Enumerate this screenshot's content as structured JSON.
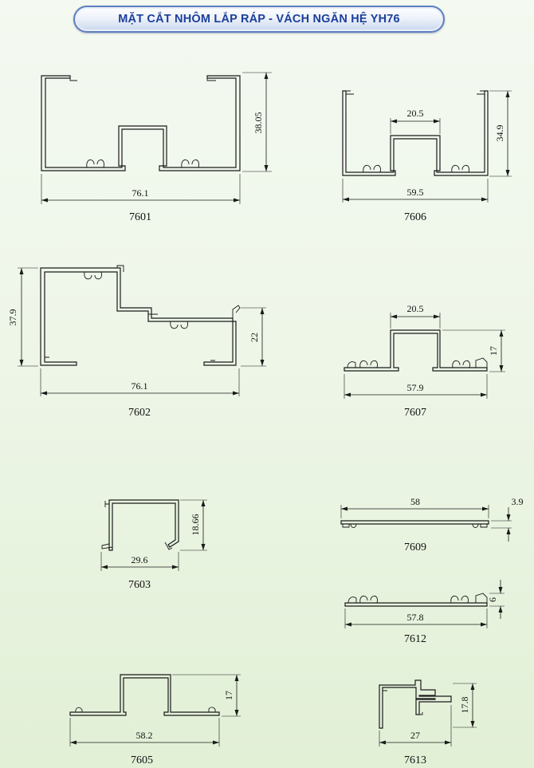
{
  "title": "MẶT CẮT NHÔM LẮP RÁP - VÁCH NGĂN HỆ YH76",
  "profiles": {
    "p7601": {
      "code": "7601",
      "width": "76.1",
      "height": "38.05"
    },
    "p7606": {
      "code": "7606",
      "width": "59.5",
      "height": "34.9",
      "inner": "20.5"
    },
    "p7602": {
      "code": "7602",
      "width": "76.1",
      "height": "37.9",
      "step": "22"
    },
    "p7607": {
      "code": "7607",
      "width": "57.9",
      "height": "17",
      "inner": "20.5"
    },
    "p7603": {
      "code": "7603",
      "width": "29.6",
      "height": "18.66"
    },
    "p7609": {
      "code": "7609",
      "width": "58",
      "height": "3.9"
    },
    "p7612": {
      "code": "7612",
      "width": "57.8",
      "height": "6"
    },
    "p7605": {
      "code": "7605",
      "width": "58.2",
      "height": "17"
    },
    "p7613": {
      "code": "7613",
      "width": "27",
      "height": "17.8"
    }
  },
  "colors": {
    "title": "#1c3f9a",
    "banner_border": "#5e7fbf",
    "line": "#1a1a1a"
  }
}
